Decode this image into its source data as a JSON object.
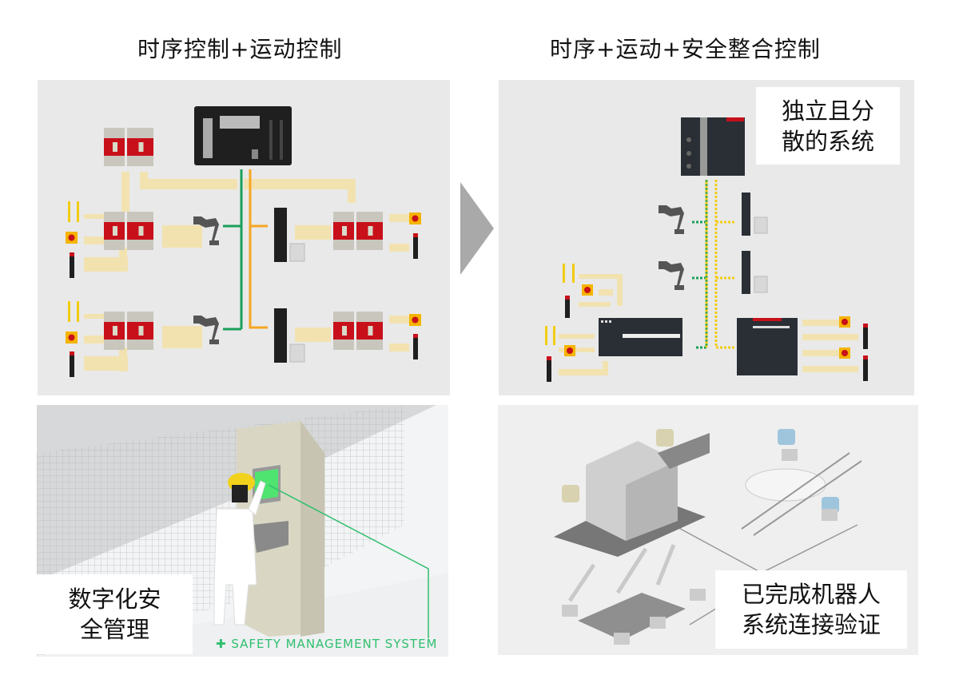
{
  "headings": {
    "left": "时序控制+运动控制",
    "right": "时序+运动+安全整合控制"
  },
  "panels": {
    "top_left": {
      "description": "Separate sequence and motion control system diagram"
    },
    "top_right": {
      "label": "独立且分散的系统",
      "label_lines": [
        "独立且分",
        "散的系统"
      ]
    },
    "bottom_left": {
      "label_lines": [
        "数字化安",
        "全管理"
      ],
      "caption": "SAFETY MANAGEMENT SYSTEM",
      "caption_icon": "plus-icon"
    },
    "bottom_right": {
      "label_lines": [
        "已完成机器人",
        "系统连接验证"
      ]
    }
  },
  "colors": {
    "panel_bg": "#e9e9e9",
    "safety_red": "#c8101a",
    "module_gray": "#c9c6bd",
    "cable_beige": "#f2e2b0",
    "network_green": "#1aa05a",
    "network_orange": "#f5a623",
    "network_yellow": "#f2cc12",
    "controller_black": "#1f1f1f",
    "arrow_gray": "#a9a9a9",
    "sms_green": "#2fbf6e"
  }
}
